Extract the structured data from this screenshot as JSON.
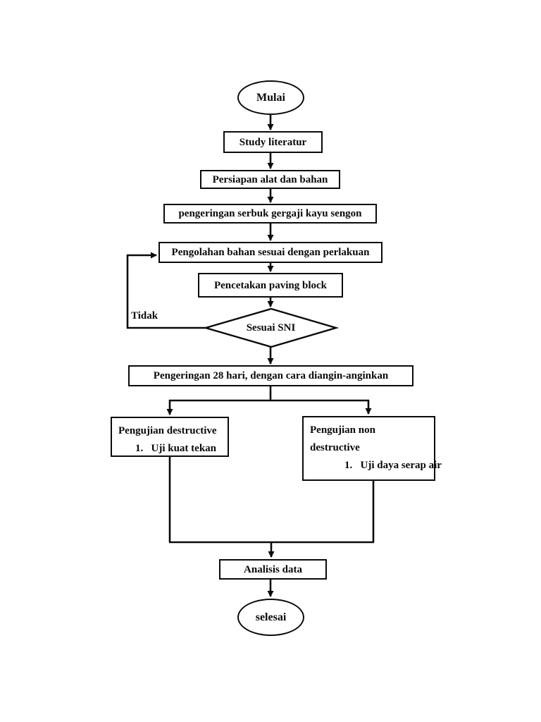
{
  "page": {
    "background_color": "#ffffff",
    "ink_color": "#0a0a0a"
  },
  "flowchart": {
    "start": {
      "label": "Mulai"
    },
    "study": {
      "label": "Study literatur"
    },
    "persiapan": {
      "label": "Persiapan alat dan bahan"
    },
    "pengeringan_serbuk": {
      "label": "pengeringan serbuk gergaji kayu sengon"
    },
    "pengolahan": {
      "label": "Pengolahan bahan sesuai dengan perlakuan"
    },
    "pencetakan": {
      "label": "Pencetakan paving block"
    },
    "decision": {
      "label": "Sesuai SNI",
      "no_branch_label": "Tidak"
    },
    "pengeringan_28": {
      "label": "Pengeringan 28 hari, dengan cara diangin-anginkan"
    },
    "destructive": {
      "title": "Pengujian destructive",
      "item": "1.   Uji kuat tekan"
    },
    "non_destructive": {
      "title_line1": "Pengujian non",
      "title_line2": "destructive",
      "item": "1.   Uji daya serap air"
    },
    "analisis": {
      "label": "Analisis data"
    },
    "end": {
      "label": "selesai"
    }
  }
}
